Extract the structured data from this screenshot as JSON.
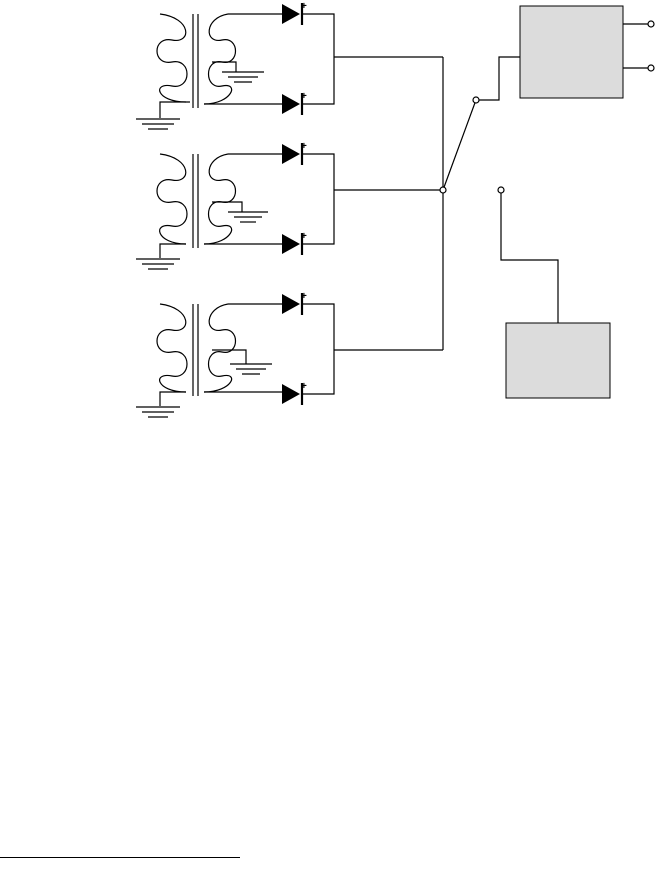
{
  "diagram": {
    "kind": "rectifier-schematic",
    "stage_count": 3,
    "diode_polarity_mark": "+",
    "colors": {
      "wire": "#000000",
      "block_fill": "#dcdcdc",
      "terminal_fill": "#ffffff"
    },
    "blocks": [
      {
        "name": "upper-block",
        "text": ""
      },
      {
        "name": "lower-block",
        "text": ""
      }
    ],
    "icons": [
      "transformer-icon",
      "diode-icon",
      "ground-icon",
      "switch-icon",
      "terminal-icon"
    ]
  }
}
